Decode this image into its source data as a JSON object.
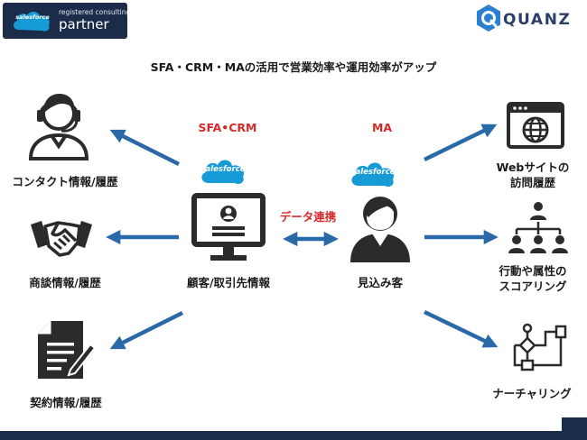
{
  "badge": {
    "cloud_text": "salesforce",
    "registered_text": "registered consulting",
    "partner_text": "partner"
  },
  "brand": {
    "name": "QUANZ"
  },
  "heading": "SFA・CRM・MAの活用で営業効率や運用効率がアップ",
  "categories": {
    "sfa_crm": "SFA•CRM",
    "ma": "MA",
    "data_link": "データ連携"
  },
  "center_nodes": {
    "customer_info": "顧客/取引先情報",
    "prospect": "見込み客",
    "sf_cloud_text": "salesforce"
  },
  "left_nodes": [
    {
      "label": "コンタクト情報/履歴"
    },
    {
      "label": "商談情報/履歴"
    },
    {
      "label": "契約情報/履歴"
    }
  ],
  "right_nodes": [
    {
      "line1": "Webサイトの",
      "line2": "訪問履歴"
    },
    {
      "line1": "行動や属性の",
      "line2": "スコアリング"
    },
    {
      "line1": "ナーチャリング"
    }
  ],
  "colors": {
    "arrow": "#2a69a8",
    "navy": "#1b2b4a",
    "salesforce_blue": "#169bd6",
    "accent_red": "#d42a2a",
    "icon_dark": "#2b2b2b"
  }
}
